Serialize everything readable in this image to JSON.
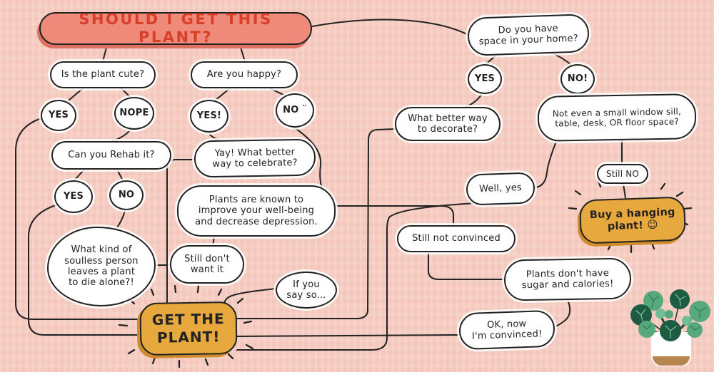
{
  "title": {
    "text": "SHOULD I GET THIS PLANT?",
    "fill": "#ef8a7a",
    "text_color": "#d8402a"
  },
  "colors": {
    "background": "#f6cdc2",
    "ink": "#222222",
    "bubble_fill": "#ffffff",
    "action_fill": "#e7a83d",
    "title_fill": "#ef8a7a",
    "title_text": "#d8402a",
    "leaf_dark": "#1d5c42",
    "leaf_light": "#57a87c",
    "pot": "#ffffff",
    "pot_base": "#b9854e"
  },
  "nodes": {
    "is_cute": {
      "lines": [
        "Is the plant cute?"
      ]
    },
    "are_happy": {
      "lines": [
        "Are you happy?"
      ]
    },
    "have_space": {
      "lines": [
        "Do you have",
        "space in your home?"
      ]
    },
    "cute_yes": {
      "lines": [
        "YES"
      ]
    },
    "cute_nope": {
      "lines": [
        "NOPE"
      ]
    },
    "happy_yes": {
      "lines": [
        "YES!"
      ]
    },
    "happy_no": {
      "lines": [
        "NO ¨"
      ]
    },
    "space_yes": {
      "lines": [
        "YES"
      ]
    },
    "space_no": {
      "lines": [
        "NO!"
      ]
    },
    "rehab": {
      "lines": [
        "Can you Rehab it?"
      ]
    },
    "rehab_yes": {
      "lines": [
        "YES"
      ]
    },
    "rehab_no": {
      "lines": [
        "NO"
      ]
    },
    "yay": {
      "lines": [
        "Yay! What better",
        "way to celebrate?"
      ]
    },
    "decorate": {
      "lines": [
        "What better way",
        "to decorate?"
      ]
    },
    "not_even": {
      "lines": [
        "Not even a small window sill,",
        "table, desk, OR floor space?"
      ]
    },
    "well_yes": {
      "lines": [
        "Well, yes"
      ]
    },
    "still_no": {
      "lines": [
        "Still NO"
      ]
    },
    "buy_hanging": {
      "lines": [
        "Buy a hanging",
        "plant! ☺"
      ]
    },
    "plants_known": {
      "lines": [
        "Plants are known to",
        "improve your well-being",
        "and decrease depression."
      ]
    },
    "soulless": {
      "lines": [
        "What kind of",
        "soulless person",
        "leaves a plant",
        "to die alone?!"
      ]
    },
    "still_dont": {
      "lines": [
        "Still don't",
        "want it"
      ]
    },
    "still_not_convinced": {
      "lines": [
        "Still not convinced"
      ]
    },
    "if_you_say": {
      "lines": [
        "If you",
        "say so..."
      ]
    },
    "sugar": {
      "lines": [
        "Plants don't have",
        "sugar and calories!"
      ]
    },
    "ok_now": {
      "lines": [
        "OK, now",
        "I'm convinced!"
      ]
    },
    "get_plant": {
      "lines": [
        "GET THE",
        "PLANT!"
      ]
    }
  },
  "edges": [
    {
      "from": "title",
      "to": "is_cute"
    },
    {
      "from": "title",
      "to": "are_happy"
    },
    {
      "from": "title",
      "to": "have_space"
    },
    {
      "from": "is_cute",
      "to": "cute_yes"
    },
    {
      "from": "is_cute",
      "to": "cute_nope"
    },
    {
      "from": "cute_yes",
      "to": "get_plant"
    },
    {
      "from": "cute_nope",
      "to": "rehab"
    },
    {
      "from": "rehab",
      "to": "rehab_yes"
    },
    {
      "from": "rehab",
      "to": "rehab_no"
    },
    {
      "from": "rehab_yes",
      "to": "get_plant"
    },
    {
      "from": "rehab_no",
      "to": "soulless"
    },
    {
      "from": "soulless",
      "to": "still_dont"
    },
    {
      "from": "are_happy",
      "to": "happy_yes"
    },
    {
      "from": "are_happy",
      "to": "happy_no"
    },
    {
      "from": "happy_yes",
      "to": "yay"
    },
    {
      "from": "yay",
      "to": "get_plant"
    },
    {
      "from": "happy_no",
      "to": "plants_known"
    },
    {
      "from": "plants_known",
      "to": "still_dont"
    },
    {
      "from": "plants_known",
      "to": "still_not_convinced"
    },
    {
      "from": "still_not_convinced",
      "to": "sugar"
    },
    {
      "from": "sugar",
      "to": "ok_now"
    },
    {
      "from": "ok_now",
      "to": "get_plant"
    },
    {
      "from": "if_you_say",
      "to": "get_plant"
    },
    {
      "from": "have_space",
      "to": "space_yes"
    },
    {
      "from": "have_space",
      "to": "space_no"
    },
    {
      "from": "space_yes",
      "to": "decorate"
    },
    {
      "from": "decorate",
      "to": "get_plant"
    },
    {
      "from": "space_no",
      "to": "not_even"
    },
    {
      "from": "not_even",
      "to": "still_no"
    },
    {
      "from": "not_even",
      "to": "well_yes"
    },
    {
      "from": "still_no",
      "to": "buy_hanging"
    },
    {
      "from": "well_yes",
      "to": "get_plant"
    }
  ]
}
